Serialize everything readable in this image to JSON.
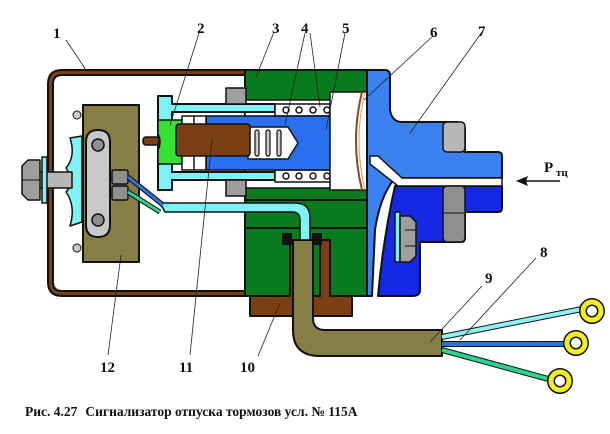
{
  "figure": {
    "number": "Рис. 4.27",
    "title": "Сигнализатор отпуска тормозов усл. № 115А"
  },
  "pressure_label": {
    "main": "P",
    "subscript": "тц",
    "direction": "left-arrow"
  },
  "callouts": [
    {
      "id": "1",
      "text": "1",
      "part": "bracket"
    },
    {
      "id": "2",
      "text": "2",
      "part": "insulator-cup"
    },
    {
      "id": "3",
      "text": "3",
      "part": "housing"
    },
    {
      "id": "4",
      "text": "4",
      "part": "springs"
    },
    {
      "id": "5",
      "text": "5",
      "part": "piston"
    },
    {
      "id": "6",
      "text": "6",
      "part": "diaphragm"
    },
    {
      "id": "7",
      "text": "7",
      "part": "cover-flange"
    },
    {
      "id": "8",
      "text": "8",
      "part": "wires"
    },
    {
      "id": "9",
      "text": "9",
      "part": "cable-sleeve"
    },
    {
      "id": "10",
      "text": "10",
      "part": "gland-nut"
    },
    {
      "id": "11",
      "text": "11",
      "part": "pusher-rod"
    },
    {
      "id": "12",
      "text": "12",
      "part": "microswitch"
    }
  ],
  "colors": {
    "bracket": "#7a3f12",
    "housing": "#0a7a1e",
    "insulator": "#7df3f5",
    "cup": "#33e233",
    "piston": "#2a6ff0",
    "cover": "#3b82f0",
    "cover_dark": "#1428e6",
    "rod": "#7a3f12",
    "switch": "#857f45",
    "steel": "#9e9e9e",
    "steel_light": "#c8c8c8",
    "wire_cyan": "#8ff1f6",
    "wire_blue": "#2d73d8",
    "wire_green": "#2fd28a",
    "terminal": "#f5ee1a"
  }
}
